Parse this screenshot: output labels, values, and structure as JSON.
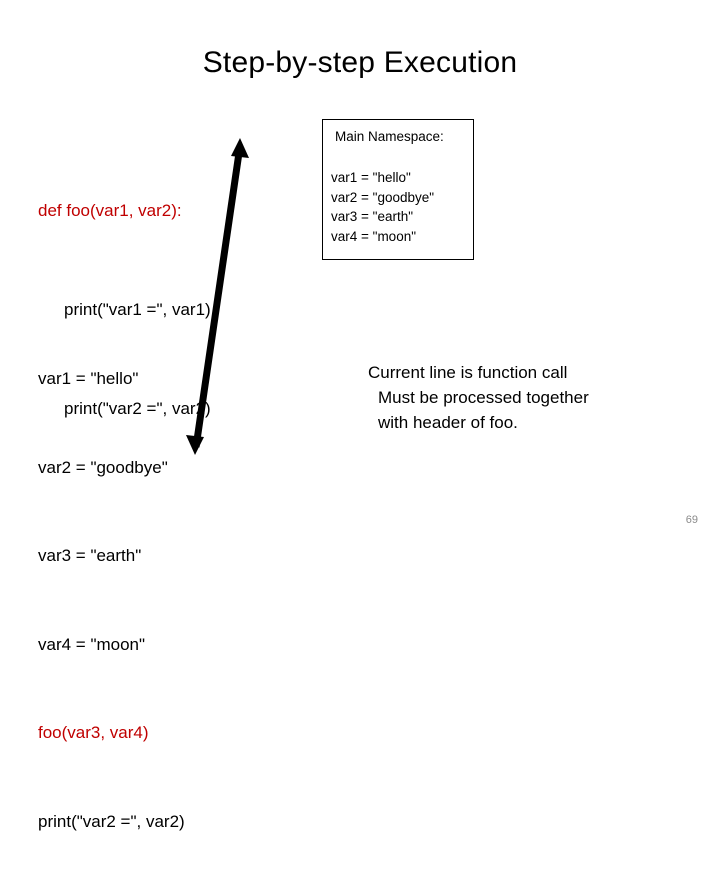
{
  "slide": {
    "title": "Step-by-step Execution",
    "page_number": "69"
  },
  "code": {
    "line1": "def foo(var1, var2):",
    "line2": "print(\"var1 =\", var1)",
    "line3": "print(\"var2 =\", var2)"
  },
  "namespace_box": {
    "title": "Main Namespace:",
    "vars": "var1 = \"hello\"\nvar2 = \"goodbye\"\nvar3 = \"earth\"\nvar4 = \"moon\""
  },
  "main_program": {
    "line1": "var1 = \"hello\"",
    "line2": "var2 = \"goodbye\"",
    "line3": "var3 = \"earth\"",
    "line4": "var4 = \"moon\"",
    "line5": "foo(var3, var4)",
    "line6": "print(\"var2 =\", var2)"
  },
  "note": {
    "line1": "Current line is function call",
    "line2": "Must be processed together",
    "line3": "with header of foo."
  },
  "colors": {
    "highlight_red": "#c00000",
    "arrow_black": "#000000",
    "text_black": "#000000",
    "page_number_gray": "#8a8a8a"
  }
}
